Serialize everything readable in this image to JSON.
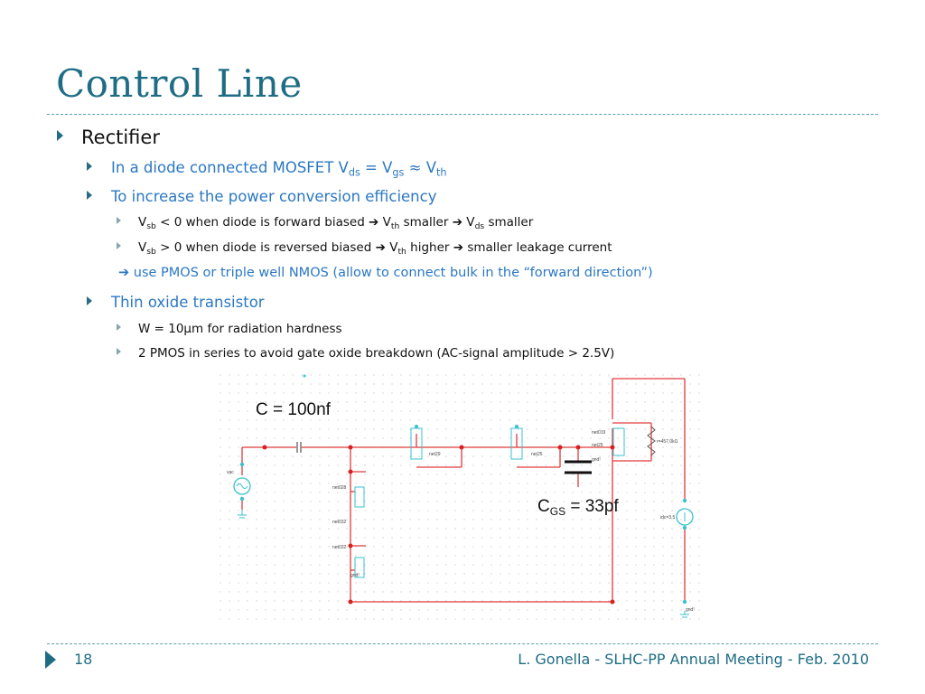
{
  "slide": {
    "title": "Control Line",
    "bullets": {
      "b1": "Rectifier",
      "b2_pre": "In a diode connected MOSFET V",
      "b2_sub1": "ds",
      "b2_mid1": " = V",
      "b2_sub2": "gs",
      "b2_mid2": " ≈ V",
      "b2_sub3": "th",
      "b3": "To increase the power conversion efficiency",
      "b4_v": "V",
      "b4_sub": "sb",
      "b4_t1": " < 0 when diode is forward biased ➔ V",
      "b4_sub2": "th",
      "b4_t2": " smaller ➔ V",
      "b4_sub3": "ds",
      "b4_t3": " smaller",
      "b5_v": "V",
      "b5_sub": "sb",
      "b5_t1": " > 0 when diode is reversed biased ➔ V",
      "b5_sub2": "th",
      "b5_t2": " higher ➔ smaller leakage current",
      "b6": "➔ use PMOS or triple well NMOS (allow to connect bulk in the “forward direction”)",
      "b7": "Thin oxide transistor",
      "b8": "W = 10μm for radiation hardness",
      "b9": "2 PMOS in series to avoid gate oxide breakdown (AC-signal amplitude > 2.5V)"
    },
    "schematic": {
      "c_label": "C = 100nf",
      "cgs_label_c": "C",
      "cgs_label_sub": "GS",
      "cgs_label_val": " = 33pf",
      "net19": "net019",
      "net25": "net25",
      "net29": "net29",
      "net28": "net028",
      "net32": "net032",
      "gnd": "gnd!",
      "vac": "vac",
      "vdc": "idc=3.5",
      "r1": "r=457.0kΩ"
    },
    "footer": {
      "page": "18",
      "text": "L. Gonella - SLHC-PP Annual Meeting - Feb. 2010"
    },
    "colors": {
      "title": "#1f6d84",
      "accent_text": "#2b78c2",
      "wire": "#e03a3a",
      "node": "#d82020",
      "terminal": "#39c2d0"
    }
  }
}
